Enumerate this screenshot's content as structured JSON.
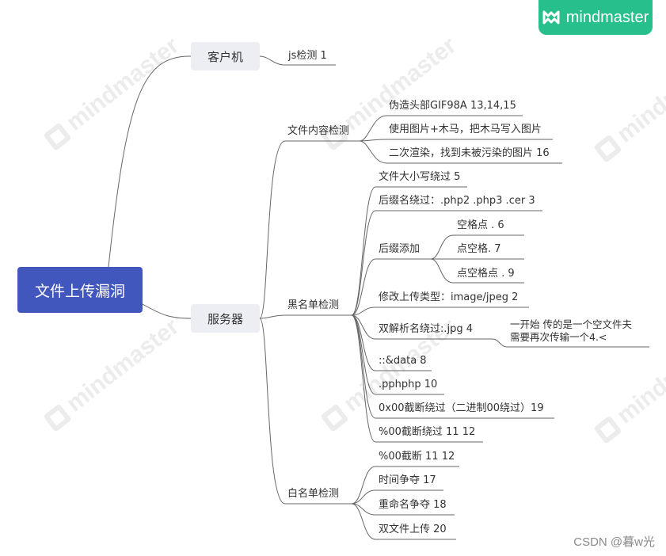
{
  "brand": {
    "name": "mindmaster",
    "watermark": "mindmaster"
  },
  "credit": "CSDN @暮w光",
  "root": "文件上传漏洞",
  "client": {
    "label": "客户机",
    "items": [
      "js检测 1"
    ]
  },
  "server": {
    "label": "服务器",
    "content_check": {
      "label": "文件内容检测",
      "items": [
        "伪造头部GIF98A 13,14,15",
        "使用图片+木马，把木马写入图片",
        "二次渲染，找到未被污染的图片 16"
      ]
    },
    "blacklist": {
      "label": "黑名单检测",
      "items": [
        "文件大小写绕过 5",
        "后缀名绕过：.php2 .php3 .cer 3",
        "后缀添加",
        "修改上传类型：image/jpeg 2",
        "双解析名绕过:.jpg 4",
        "::&data 8",
        ".pphphp 10",
        "0x00截断绕过（二进制00绕过）19",
        "%00截断绕过 11 12"
      ],
      "suffix_add": [
        "空格点 . 6",
        "点空格. 7",
        "点空格点 . 9"
      ],
      "double_parse_note": [
        "一开始 传的是一个空文件夫",
        "需要再次传输一个4.<"
      ]
    },
    "whitelist": {
      "label": "白名单检测",
      "items": [
        "%00截断 11 12",
        "时间争夺 17",
        "重命名争夺 18",
        "双文件上传 20"
      ]
    }
  }
}
